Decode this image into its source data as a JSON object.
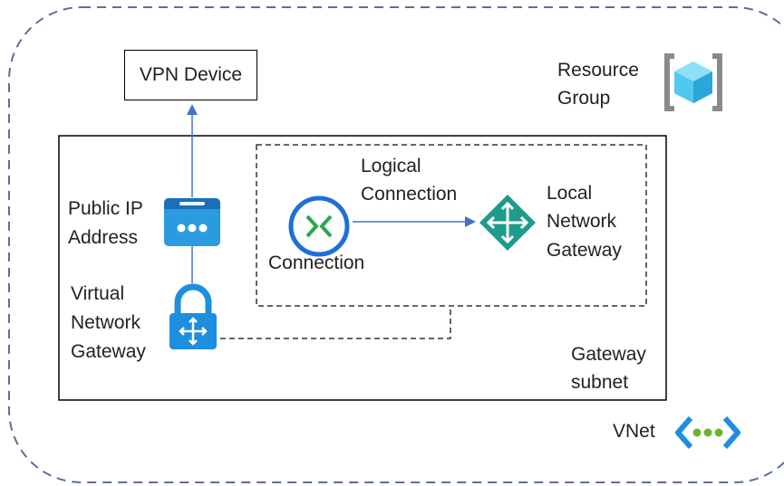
{
  "vpn_device": {
    "label": "VPN Device"
  },
  "resource_group": {
    "line1": "Resource",
    "line2": "Group",
    "icon": "resource-group-icon"
  },
  "public_ip": {
    "line1": "Public IP",
    "line2": "Address",
    "icon": "public-ip-icon"
  },
  "virtual_network_gateway": {
    "line1": "Virtual",
    "line2": "Network",
    "line3": "Gateway",
    "icon": "virtual-network-gateway-icon"
  },
  "logical_connection": {
    "line1": "Logical",
    "line2": "Connection"
  },
  "connection": {
    "label": "Connection",
    "icon": "connection-icon"
  },
  "local_network_gateway": {
    "line1": "Local",
    "line2": "Network",
    "line3": "Gateway",
    "icon": "local-network-gateway-icon"
  },
  "gateway_subnet": {
    "line1": "Gateway",
    "line2": "subnet"
  },
  "vnet": {
    "label": "VNet",
    "icon": "vnet-icon"
  },
  "colors": {
    "outer_border": "#5a6f96",
    "arrow": "#4472c4",
    "icon_blue": "#1e90e0",
    "icon_teal": "#1f9b8a"
  }
}
